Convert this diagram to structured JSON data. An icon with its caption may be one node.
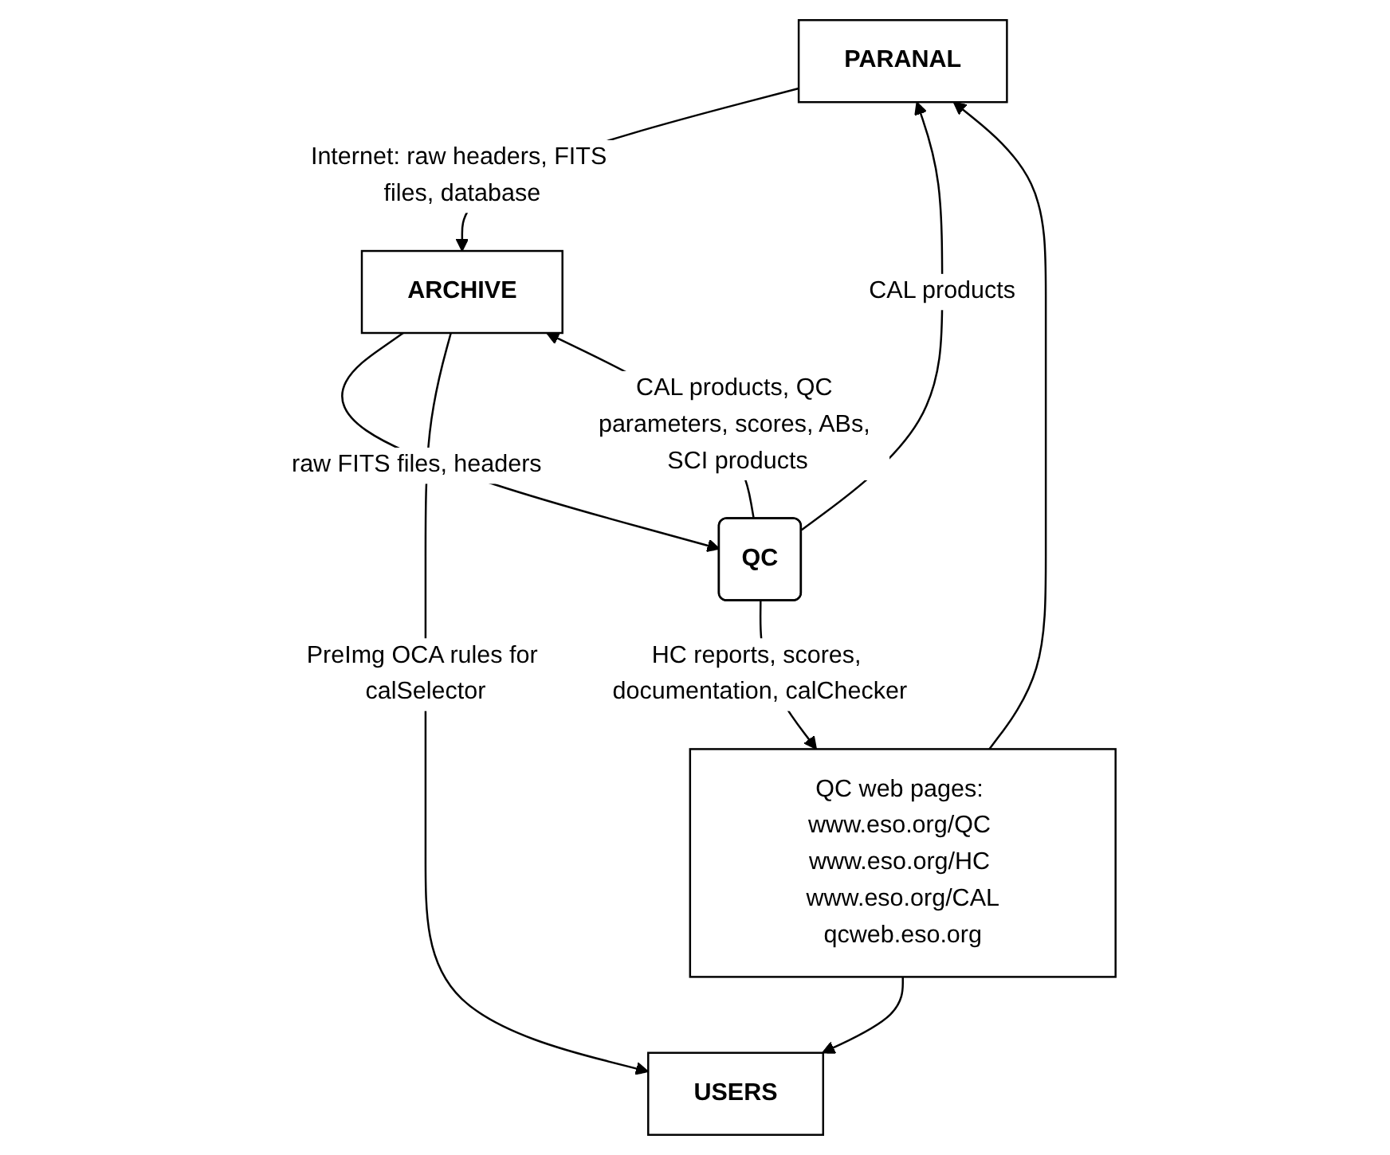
{
  "diagram": {
    "nodes": [
      {
        "text": [
          "PARANAL"
        ]
      },
      {
        "text": [
          "QC web pages: www.eso.org/QC www.eso.org/HC www.eso.org/CAL",
          "qcweb.eso.org"
        ]
      },
      {
        "text": [
          "QC"
        ]
      },
      {
        "text": [
          "USERS"
        ]
      },
      {
        "text": [
          "ARCHIVE"
        ]
      }
    ],
    "edges": [
      {
        "from": 1,
        "to": 0,
        "arrow": "to"
      },
      {
        "from": 1,
        "to": 3,
        "arrow": "to"
      },
      {
        "from": 2,
        "to": 0,
        "arrow": "to",
        "label": "CAL products"
      },
      {
        "from": 2,
        "to": 1,
        "arrow": "to",
        "label": "HC reports, scores, documentation, calChecker"
      },
      {
        "from": 0,
        "to": 4,
        "arrow": "to",
        "label": "Internet: raw headers, FITS files, database"
      },
      {
        "from": 4,
        "to": 2,
        "arrow": "to",
        "label": "raw FITS files, headers"
      },
      {
        "from": 2,
        "to": 4,
        "arrow": "to",
        "label": "CAL products, QC parameters, scores, ABs, SCI products"
      },
      {
        "from": 4,
        "to": 3,
        "arrow": "to",
        "label": "PreImg OCA rules for calSelector"
      }
    ]
  }
}
